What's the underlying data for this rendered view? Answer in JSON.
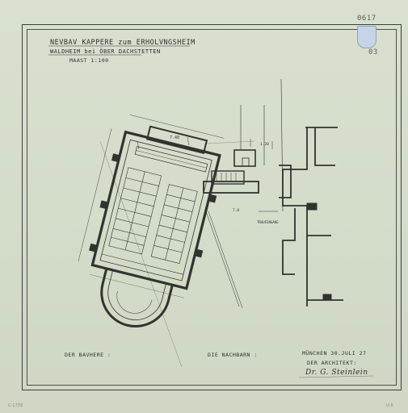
{
  "header": {
    "title_line1": "NEVBAV KAPPERE zum ERHOLVNGSHEIM",
    "title_line2": "WALDHEIM bei ÖBER DACHSTETTEN",
    "scale": "MAAST 1:100"
  },
  "sheet": {
    "number": "0617",
    "sub": "03"
  },
  "signatures": {
    "owner": "DER BAVHERE :",
    "neighbour": "DIE NACHBARN :",
    "place_date": "MÜNCHEN 30.JULI 27",
    "architect_label": "DER ARCHITEKT:",
    "architect_signature": "Dr. G. Steinlein"
  },
  "footer": {
    "left": "C-1739",
    "right": "U-R"
  },
  "plan_labels": {
    "dim_top": "7.40",
    "dim_right": "1.20",
    "dim_mid": "7.0",
    "annot": "TRAUFENGANG"
  },
  "colors": {
    "paper": "#d6ddcc",
    "ink": "#2c302c",
    "stamp": "#c7d3e6"
  }
}
